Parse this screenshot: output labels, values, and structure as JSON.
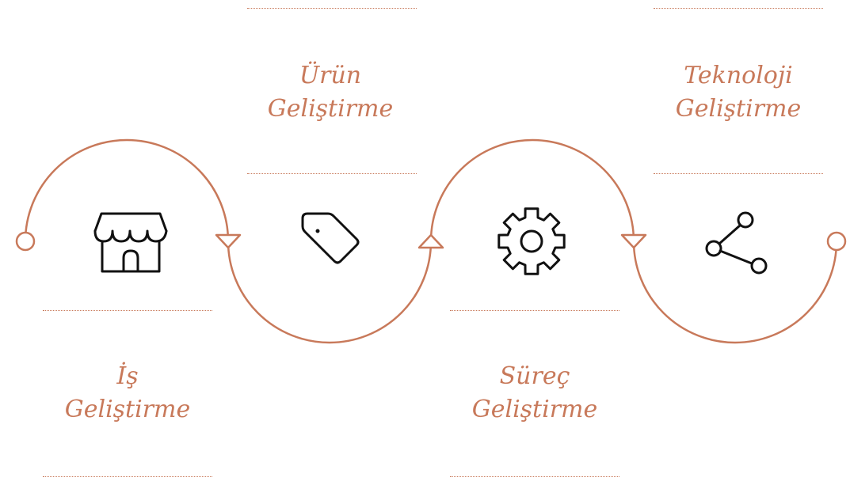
{
  "colors": {
    "accent": "#c8795a",
    "icon": "#111111",
    "background": "#ffffff"
  },
  "steps": [
    {
      "icon": "shop-icon",
      "line1": "İş",
      "line2": "Geliştirme"
    },
    {
      "icon": "tag-icon",
      "line1": "Ürün",
      "line2": "Geliştirme"
    },
    {
      "icon": "gear-icon",
      "line1": "Süreç",
      "line2": "Geliştirme"
    },
    {
      "icon": "share-icon",
      "line1": "Teknoloji",
      "line2": "Geliştirme"
    }
  ]
}
